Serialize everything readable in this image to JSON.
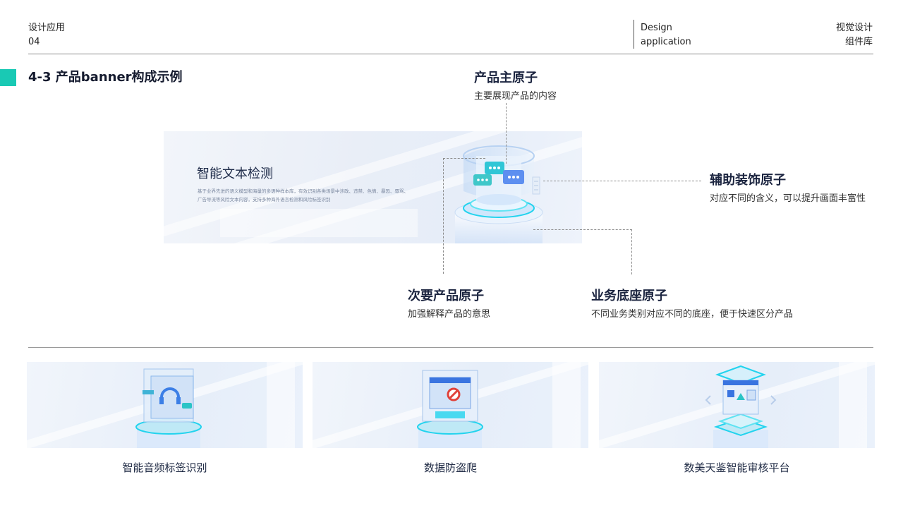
{
  "header": {
    "left_title": "设计应用",
    "left_number": "04",
    "mid_line1": "Design",
    "mid_line2": "application",
    "right_line1": "视觉设计",
    "right_line2": "组件库"
  },
  "section_title": "4-3 产品banner构成示例",
  "banner": {
    "title": "智能文本检测",
    "description": "基于业界先进的语义模型和海量的多语种样本库，有效识别各类场景中涉政、违禁、色情、暴恐、辱骂、广告导流等风险文本内容，支持多种海外语言检测和风险标签识别"
  },
  "callouts": {
    "main": {
      "title": "产品主原子",
      "desc": "主要展现产品的内容"
    },
    "auxiliary": {
      "title": "辅助装饰原子",
      "desc": "对应不同的含义，可以提升画面丰富性"
    },
    "secondary": {
      "title": "次要产品原子",
      "desc": "加强解释产品的意思"
    },
    "base": {
      "title": "业务底座原子",
      "desc": "不同业务类别对应不同的底座，便于快速区分产品"
    }
  },
  "thumbnails": [
    {
      "caption": "智能音频标签识别",
      "icon": "audio-tag-icon"
    },
    {
      "caption": "数据防盗爬",
      "icon": "anti-crawl-icon"
    },
    {
      "caption": "数美天鉴智能审核平台",
      "icon": "review-platform-icon"
    }
  ],
  "colors": {
    "accent": "#19c9b4",
    "cyan": "#22d3ee",
    "glass": "#dbe9fb",
    "title": "#1c2540"
  }
}
